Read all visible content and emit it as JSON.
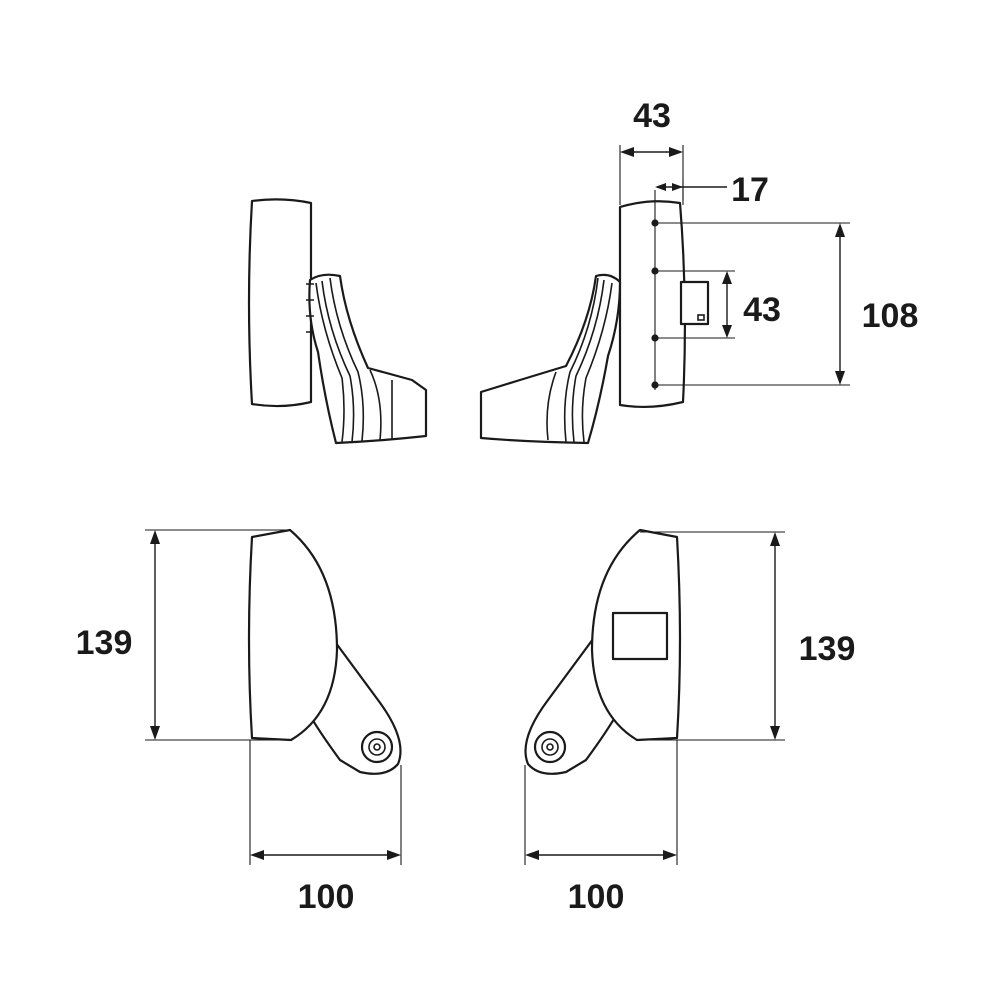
{
  "dimensions": {
    "top_right_width": "43",
    "top_right_offset": "17",
    "top_right_height": "108",
    "top_right_slot": "43",
    "bottom_left_height": "139",
    "bottom_left_width": "100",
    "bottom_right_height": "139",
    "bottom_right_width": "100"
  },
  "colors": {
    "line": "#1a1a1a",
    "background": "#ffffff"
  }
}
